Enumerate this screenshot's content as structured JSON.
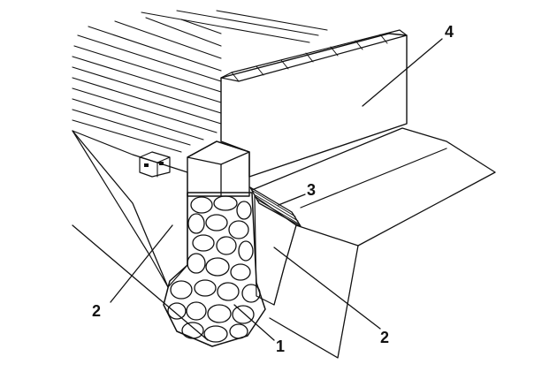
{
  "callouts": {
    "label_1": "1",
    "label_2_left": "2",
    "label_2_right": "2",
    "label_3": "3",
    "label_4": "4"
  },
  "colors": {
    "ink": "#111111",
    "paper": "#ffffff",
    "stone_fill": "#ffffff",
    "sand_dots": "#222222"
  }
}
